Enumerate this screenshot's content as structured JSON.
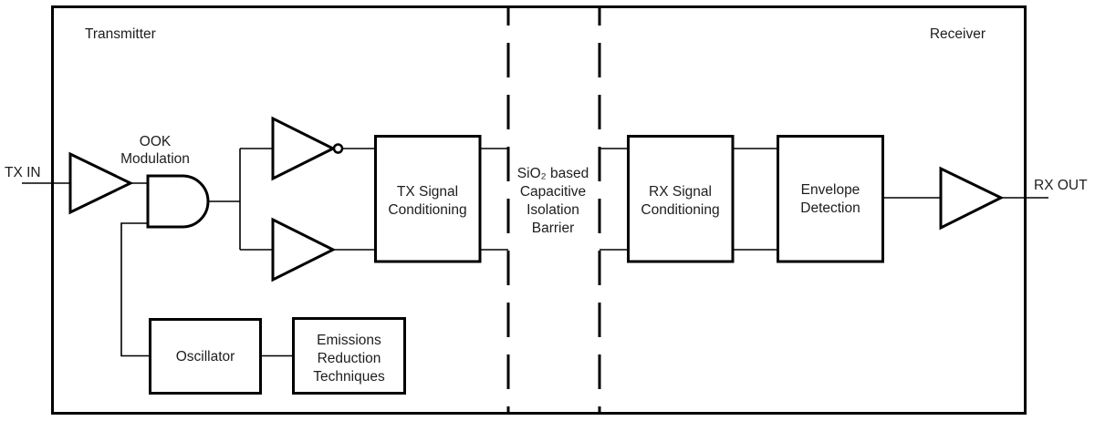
{
  "colors": {
    "line": "#000000",
    "text": "#1d1d1f",
    "background": "#ffffff"
  },
  "regions": {
    "transmitter": "Transmitter",
    "receiver": "Receiver"
  },
  "ports": {
    "tx_in": "TX IN",
    "rx_out": "RX OUT"
  },
  "annotations": {
    "ook_modulation": {
      "lines": [
        "OOK",
        "Modulation"
      ]
    },
    "isolation_barrier": {
      "lines": [
        "SiO₂ based",
        "Capacitive",
        "Isolation",
        "Barrier"
      ]
    }
  },
  "blocks": {
    "tx_signal_conditioning": {
      "lines": [
        "TX Signal",
        "Conditioning"
      ]
    },
    "rx_signal_conditioning": {
      "lines": [
        "RX Signal",
        "Conditioning"
      ]
    },
    "envelope_detection": {
      "lines": [
        "Envelope",
        "Detection"
      ]
    },
    "oscillator": {
      "lines": [
        "Oscillator"
      ]
    },
    "emissions_reduction": {
      "lines": [
        "Emissions",
        "Reduction",
        "Techniques"
      ]
    }
  }
}
